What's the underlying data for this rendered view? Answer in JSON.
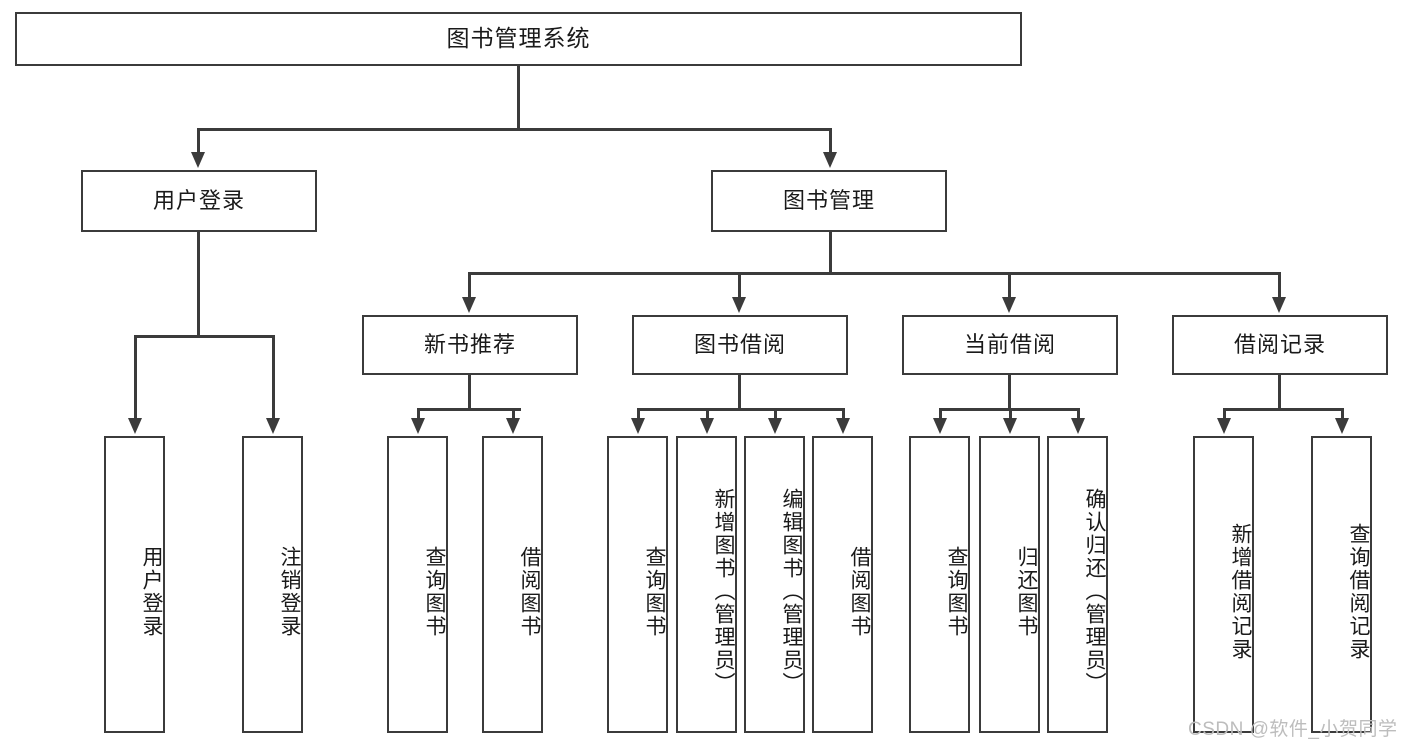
{
  "diagram": {
    "title": "图书管理系统",
    "type": "tree",
    "root": {
      "label": "图书管理系统"
    },
    "level2": [
      {
        "label": "用户登录"
      },
      {
        "label": "图书管理"
      }
    ],
    "level3": [
      {
        "label": "新书推荐"
      },
      {
        "label": "图书借阅"
      },
      {
        "label": "当前借阅"
      },
      {
        "label": "借阅记录"
      }
    ],
    "leaves": {
      "user_login": [
        {
          "label": "用户登录"
        },
        {
          "label": "注销登录"
        }
      ],
      "new_book_recommend": [
        {
          "label": "查询图书"
        },
        {
          "label": "借阅图书"
        }
      ],
      "book_borrow": [
        {
          "label": "查询图书"
        },
        {
          "label": "新增图书（管理员）"
        },
        {
          "label": "编辑图书（管理员）"
        },
        {
          "label": "借阅图书"
        }
      ],
      "current_borrow": [
        {
          "label": "查询图书"
        },
        {
          "label": "归还图书"
        },
        {
          "label": "确认归还（管理员）"
        }
      ],
      "borrow_record": [
        {
          "label": "新增借阅记录"
        },
        {
          "label": "查询借阅记录"
        }
      ]
    }
  },
  "watermark": {
    "text": "CSDN @软件_小贺同学"
  },
  "colors": {
    "stroke": "#3b3b3b",
    "background": "#ffffff",
    "text": "#1a1a1a",
    "watermark": "#bdbdbd"
  }
}
